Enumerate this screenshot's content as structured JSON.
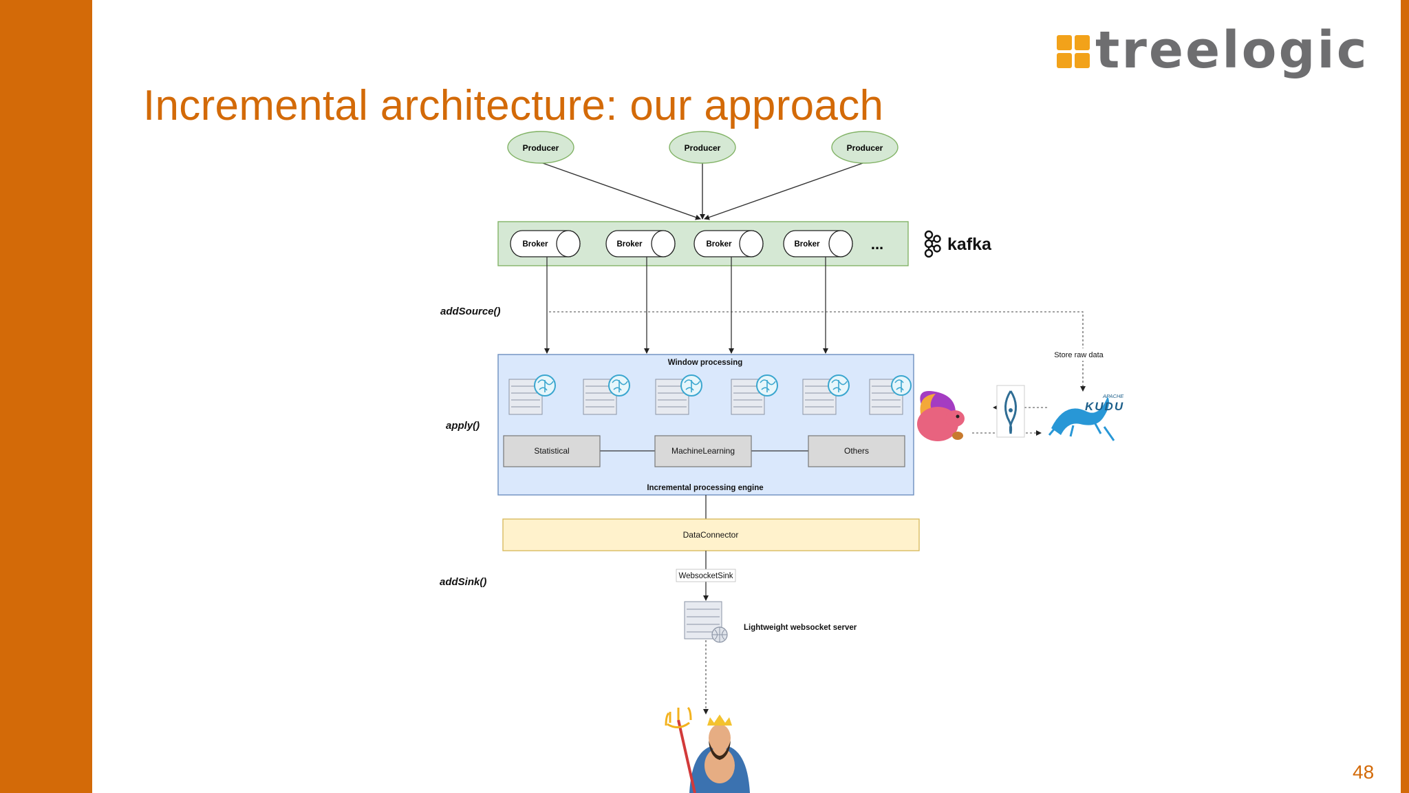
{
  "slide": {
    "title": "Incremental architecture: our approach",
    "page_number": "48",
    "logo_text": "treelogic",
    "accent_color": "#d36a08"
  },
  "diagram": {
    "producers": [
      "Producer",
      "Producer",
      "Producer"
    ],
    "brokers": [
      "Broker",
      "Broker",
      "Broker",
      "Broker"
    ],
    "brokers_more": "...",
    "kafka_label": "kafka",
    "side_labels": {
      "add_source": "addSource()",
      "apply": "apply()",
      "add_sink": "addSink()"
    },
    "window_processing": "Window processing",
    "engine_label": "Incremental processing engine",
    "modules": [
      "Statistical",
      "MachineLearning",
      "Others"
    ],
    "store_raw_data": "Store raw data",
    "kudu_label_top": "APACHE",
    "kudu_label": "KUDU",
    "data_connector": "DataConnector",
    "websocket_sink": "WebsocketSink",
    "websocket_server": "Lightweight websocket server"
  }
}
